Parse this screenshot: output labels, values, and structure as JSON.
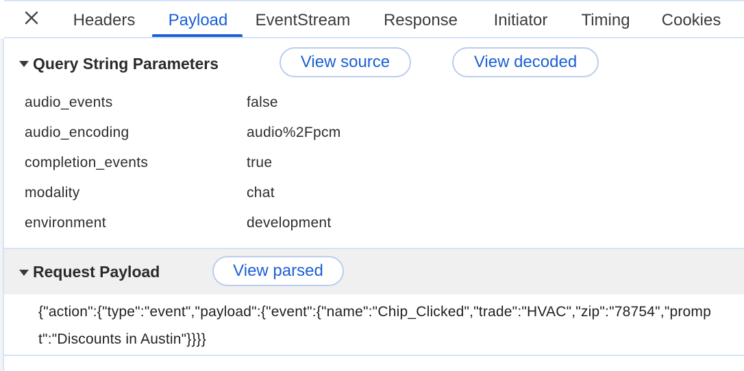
{
  "tabs": {
    "close_label": "",
    "items": [
      {
        "label": "Headers"
      },
      {
        "label": "Payload"
      },
      {
        "label": "EventStream"
      },
      {
        "label": "Response"
      },
      {
        "label": "Initiator"
      },
      {
        "label": "Timing"
      },
      {
        "label": "Cookies"
      }
    ],
    "active": "Payload"
  },
  "query_string": {
    "title": "Query String Parameters",
    "view_source_label": "View source",
    "view_decoded_label": "View decoded",
    "params": [
      {
        "key": "audio_events",
        "value": "false"
      },
      {
        "key": "audio_encoding",
        "value": "audio%2Fpcm"
      },
      {
        "key": "completion_events",
        "value": "true"
      },
      {
        "key": "modality",
        "value": "chat"
      },
      {
        "key": "environment",
        "value": "development"
      }
    ]
  },
  "request_payload": {
    "title": "Request Payload",
    "view_parsed_label": "View parsed",
    "body": "{\"action\":{\"type\":\"event\",\"payload\":{\"event\":{\"name\":\"Chip_Clicked\",\"trade\":\"HVAC\",\"zip\":\"78754\",\"prompt\":\"Discounts in Austin\"}}}}"
  },
  "icons": {
    "close": "close-icon",
    "collapse": "triangle-down-icon"
  },
  "colors": {
    "accent": "#1a5fd6",
    "border": "#d6e2f8",
    "pill_border": "#b9cdee",
    "section_bg": "#f0f0f0"
  }
}
